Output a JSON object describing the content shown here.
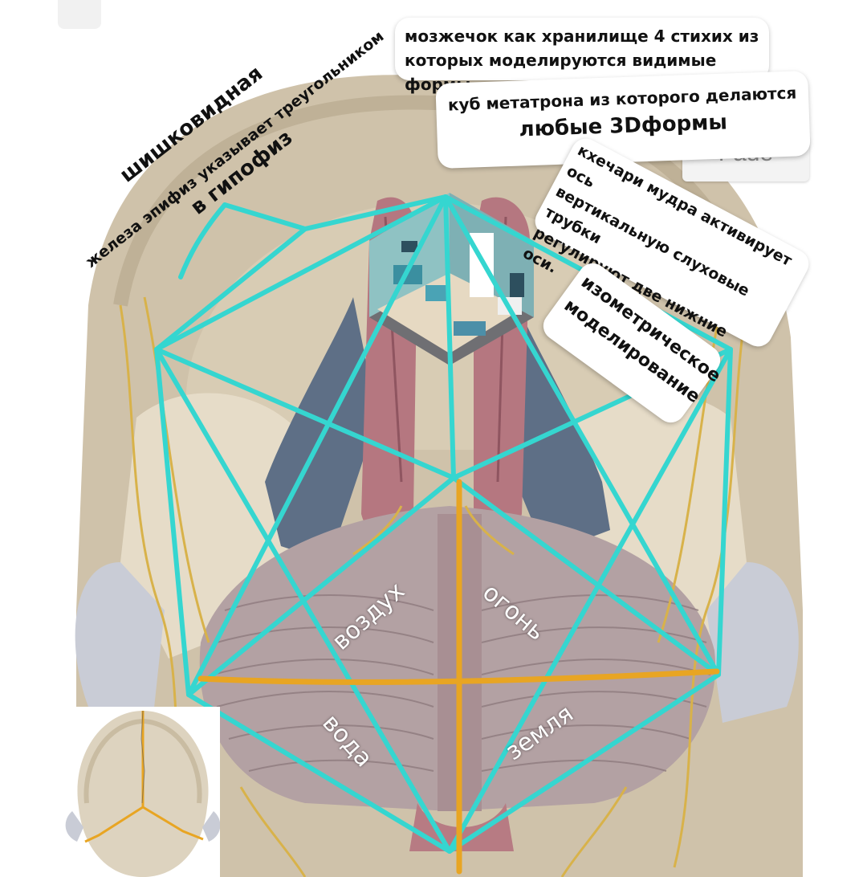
{
  "notes": {
    "cerebellum": {
      "line1": "мозжечок как хранилище 4 стихих из",
      "line2": "которых моделируются видимые формы."
    },
    "metatron": {
      "line1": "куб метатрона из которого делаются",
      "line2": "любые 3Dформы"
    },
    "pineal": {
      "line1": "шишковидная",
      "line2": "железа эпифиз указывает треугольником",
      "line3": "в гипофиз"
    },
    "khechari": {
      "line1": "кхечари мудра активирует ось",
      "line2": "вертикальную слуховые трубки",
      "line3": "регулируют две нижние оси."
    },
    "isometric": {
      "line1": "изометрическое",
      "line2": "моделирование"
    }
  },
  "elements": {
    "air": "воздух",
    "fire": "огонь",
    "water": "вода",
    "earth": "земля"
  },
  "buttons": {
    "fade": "Fade"
  },
  "colors": {
    "cube_lines": "#35d6d0",
    "axis_lines": "#e8a523",
    "nerves": "#d8b24a",
    "cerebellum": "#b7a5a6",
    "skull": "#e3d7c1"
  }
}
